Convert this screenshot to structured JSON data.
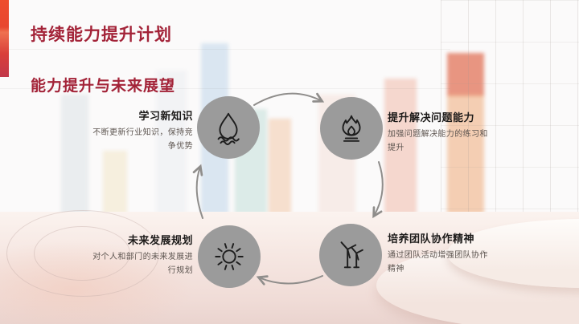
{
  "slide": {
    "title": "持续能力提升计划",
    "subtitle": "能力提升与未来展望"
  },
  "cycle": {
    "direction": "clockwise",
    "nodes": [
      {
        "title": "学习新知识",
        "desc": "不断更新行业知识，保持竞争优势",
        "icon": "water-drop-icon"
      },
      {
        "title": "提升解决问题能力",
        "desc": "加强问题解决能力的练习和提升",
        "icon": "flame-icon"
      },
      {
        "title": "未来发展规划",
        "desc": "对个人和部门的未来发展进行规划",
        "icon": "sun-icon"
      },
      {
        "title": "培养团队协作精神",
        "desc": "通过团队活动增强团队协作精神",
        "icon": "wind-turbine-icon"
      }
    ]
  },
  "colors": {
    "heading": "#a32338",
    "node_title": "#1d1b1a",
    "node_desc": "#5d5550",
    "node_circle": "#9b9b9b",
    "arrow": "#8f8d8b",
    "accent_bar": "#e8472f"
  }
}
